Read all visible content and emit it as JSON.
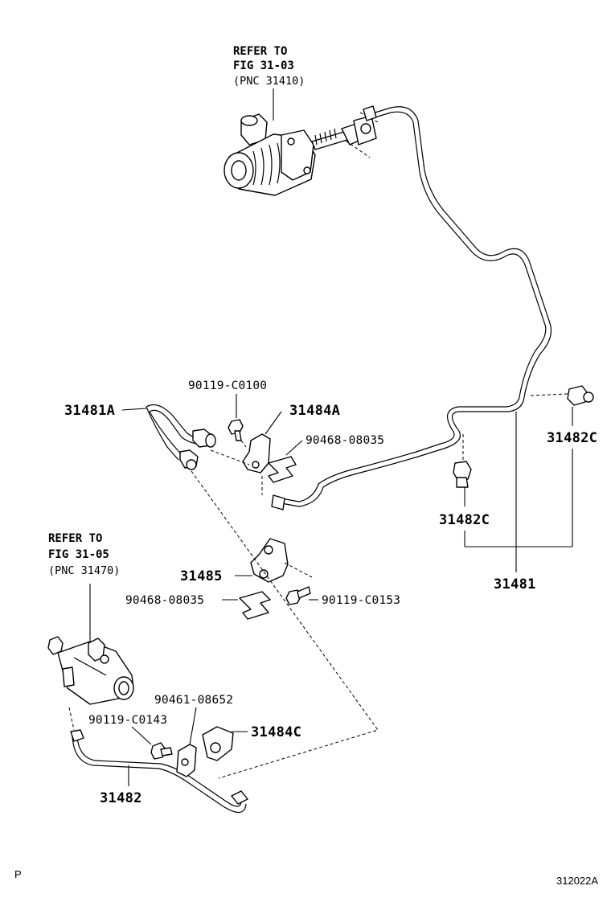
{
  "refs": {
    "master_cylinder": [
      "REFER TO",
      "FIG 31-03",
      "(PNC 31410)"
    ],
    "release_cylinder": [
      "REFER TO",
      "FIG 31-05",
      "(PNC 31470)"
    ]
  },
  "labels": {
    "p_90119_C0100": "90119-C0100",
    "p_31481A": "31481A",
    "p_31484A": "31484A",
    "p_90468_08035_top": "90468-08035",
    "p_31482C_right": "31482C",
    "p_31482C_mid": "31482C",
    "p_31481": "31481",
    "p_31485": "31485",
    "p_90468_08035_mid": "90468-08035",
    "p_90119_C0153": "90119-C0153",
    "p_90461_08652": "90461-08652",
    "p_90119_C0143": "90119-C0143",
    "p_31484C": "31484C",
    "p_31482": "31482"
  },
  "corner": {
    "left": "P",
    "right": "312022A"
  }
}
